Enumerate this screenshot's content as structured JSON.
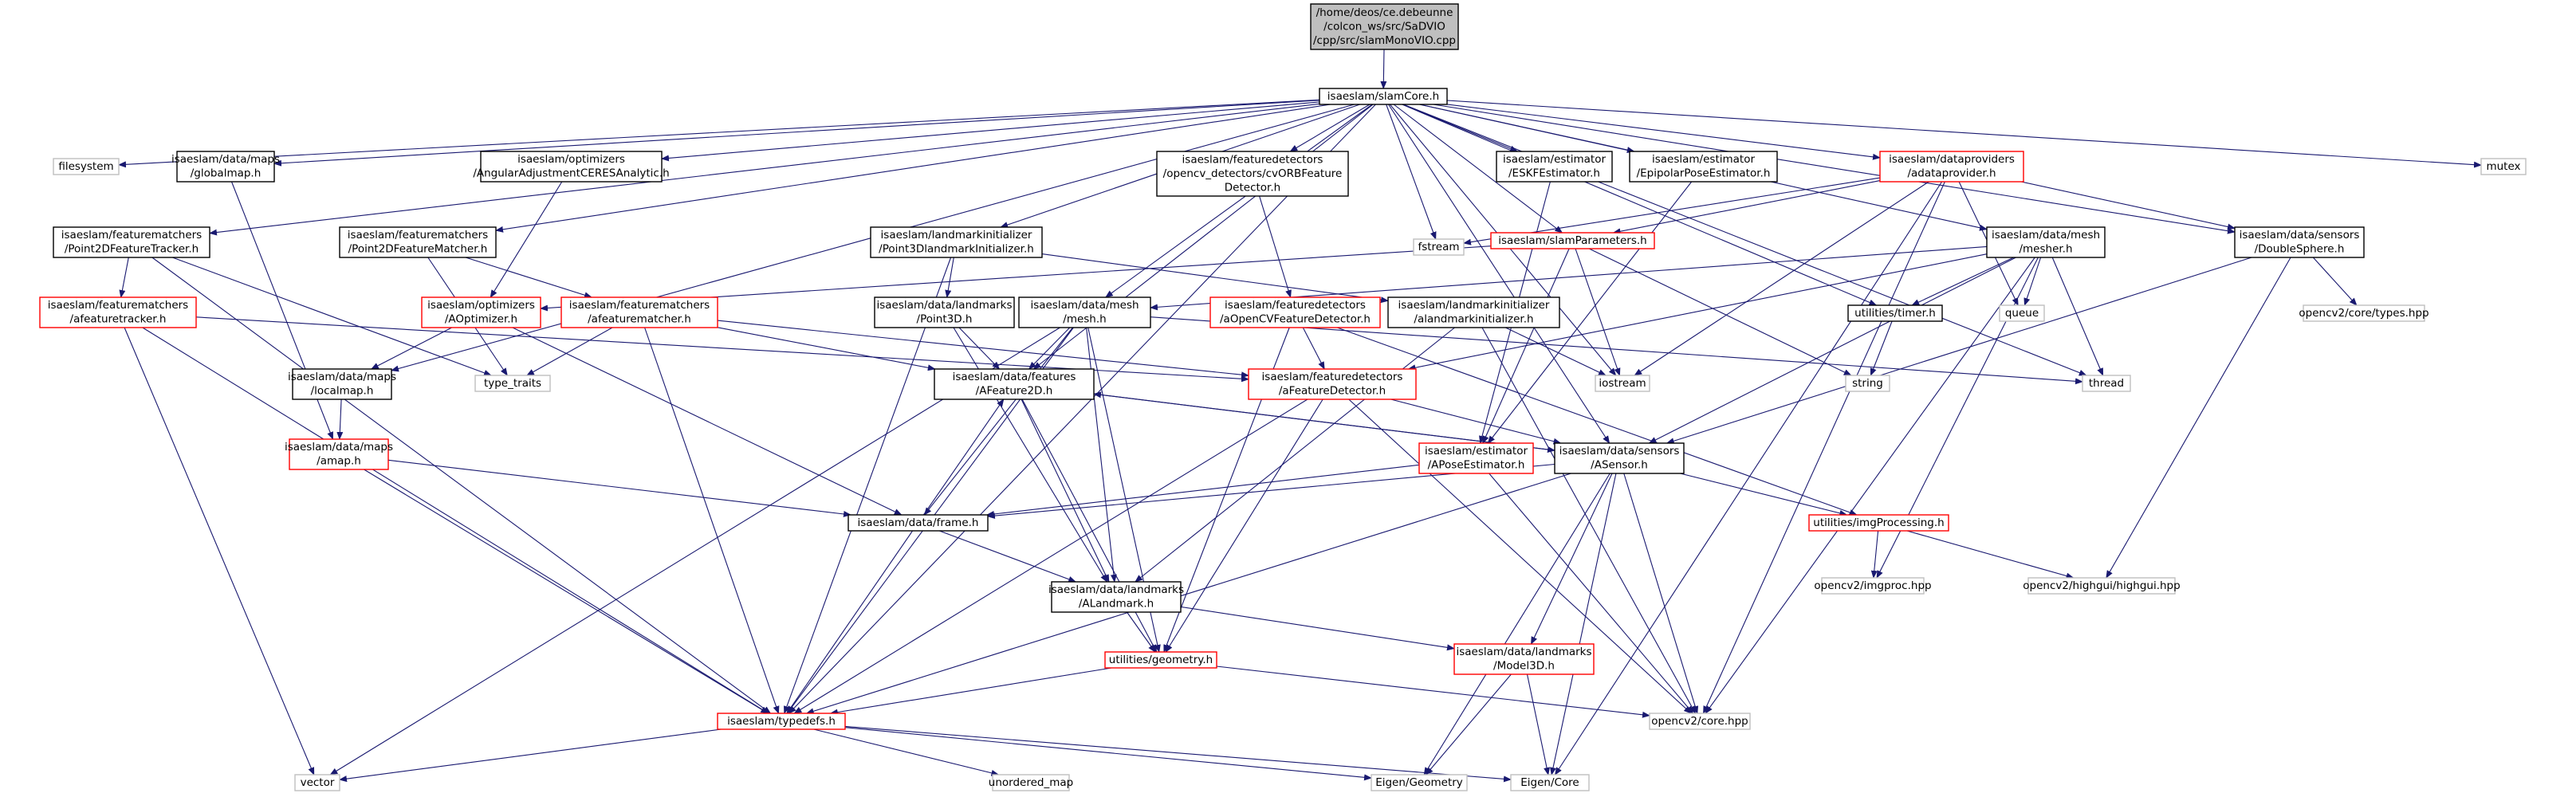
{
  "style": {
    "edge_color": "#191970",
    "node_border_default": "#000000",
    "node_border_red": "#ff0000",
    "node_border_gray": "#bfbfbf",
    "node_fill_root": "#bfbfbf",
    "node_fill": "#ffffff",
    "external_text_color": "#000000"
  },
  "nodes": [
    {
      "id": "root",
      "lines": [
        "/home/deos/ce.debeunne",
        "/colcon_ws/src/SaDVIO",
        "/cpp/src/slamMonoVIO.cpp"
      ],
      "kind": "root"
    },
    {
      "id": "slamCore",
      "lines": [
        "isaeslam/slamCore.h"
      ],
      "kind": "normal"
    },
    {
      "id": "filesystem",
      "lines": [
        "filesystem"
      ],
      "kind": "external"
    },
    {
      "id": "globalmap",
      "lines": [
        "isaeslam/data/maps",
        "/globalmap.h"
      ],
      "kind": "normal"
    },
    {
      "id": "ceres",
      "lines": [
        "isaeslam/optimizers",
        "/AngularAdjustmentCERESAnalytic.h"
      ],
      "kind": "normal"
    },
    {
      "id": "cvorb",
      "lines": [
        "isaeslam/featuredetectors",
        "/opencv_detectors/cvORBFeature",
        "Detector.h"
      ],
      "kind": "normal"
    },
    {
      "id": "eskf",
      "lines": [
        "isaeslam/estimator",
        "/ESKFEstimator.h"
      ],
      "kind": "normal"
    },
    {
      "id": "epipolar",
      "lines": [
        "isaeslam/estimator",
        "/EpipolarPoseEstimator.h"
      ],
      "kind": "normal"
    },
    {
      "id": "adataprovider",
      "lines": [
        "isaeslam/dataproviders",
        "/adataprovider.h"
      ],
      "kind": "red"
    },
    {
      "id": "mutex",
      "lines": [
        "mutex"
      ],
      "kind": "external"
    },
    {
      "id": "p2dtracker",
      "lines": [
        "isaeslam/featurematchers",
        "/Point2DFeatureTracker.h"
      ],
      "kind": "normal"
    },
    {
      "id": "p2dmatcher",
      "lines": [
        "isaeslam/featurematchers",
        "/Point2DFeatureMatcher.h"
      ],
      "kind": "normal"
    },
    {
      "id": "p3dinit",
      "lines": [
        "isaeslam/landmarkinitializer",
        "/Point3DlandmarkInitializer.h"
      ],
      "kind": "normal"
    },
    {
      "id": "fstream",
      "lines": [
        "fstream"
      ],
      "kind": "external"
    },
    {
      "id": "slamParams",
      "lines": [
        "isaeslam/slamParameters.h"
      ],
      "kind": "red"
    },
    {
      "id": "mesher",
      "lines": [
        "isaeslam/data/mesh",
        "/mesher.h"
      ],
      "kind": "normal"
    },
    {
      "id": "doublesphere",
      "lines": [
        "isaeslam/data/sensors",
        "/DoubleSphere.h"
      ],
      "kind": "normal"
    },
    {
      "id": "afeattracker",
      "lines": [
        "isaeslam/featurematchers",
        "/afeaturetracker.h"
      ],
      "kind": "red"
    },
    {
      "id": "aoptimizer",
      "lines": [
        "isaeslam/optimizers",
        "/AOptimizer.h"
      ],
      "kind": "red"
    },
    {
      "id": "afeatmatcher",
      "lines": [
        "isaeslam/featurematchers",
        "/afeaturematcher.h"
      ],
      "kind": "red"
    },
    {
      "id": "point3d",
      "lines": [
        "isaeslam/data/landmarks",
        "/Point3D.h"
      ],
      "kind": "normal"
    },
    {
      "id": "mesh",
      "lines": [
        "isaeslam/data/mesh",
        "/mesh.h"
      ],
      "kind": "normal"
    },
    {
      "id": "aopencvdet",
      "lines": [
        "isaeslam/featuredetectors",
        "/aOpenCVFeatureDetector.h"
      ],
      "kind": "red"
    },
    {
      "id": "alminit",
      "lines": [
        "isaeslam/landmarkinitializer",
        "/alandmarkinitializer.h"
      ],
      "kind": "normal"
    },
    {
      "id": "timer",
      "lines": [
        "utilities/timer.h"
      ],
      "kind": "normal"
    },
    {
      "id": "queue",
      "lines": [
        "queue"
      ],
      "kind": "external"
    },
    {
      "id": "cvtypes",
      "lines": [
        "opencv2/core/types.hpp"
      ],
      "kind": "external"
    },
    {
      "id": "typetraits",
      "lines": [
        "type_traits"
      ],
      "kind": "external"
    },
    {
      "id": "localmap",
      "lines": [
        "isaeslam/data/maps",
        "/localmap.h"
      ],
      "kind": "normal"
    },
    {
      "id": "afeature2d",
      "lines": [
        "isaeslam/data/features",
        "/AFeature2D.h"
      ],
      "kind": "normal"
    },
    {
      "id": "afeatdet",
      "lines": [
        "isaeslam/featuredetectors",
        "/aFeatureDetector.h"
      ],
      "kind": "red"
    },
    {
      "id": "iostream",
      "lines": [
        "iostream"
      ],
      "kind": "external"
    },
    {
      "id": "string",
      "lines": [
        "string"
      ],
      "kind": "external"
    },
    {
      "id": "thread",
      "lines": [
        "thread"
      ],
      "kind": "external"
    },
    {
      "id": "amap",
      "lines": [
        "isaeslam/data/maps",
        "/amap.h"
      ],
      "kind": "red"
    },
    {
      "id": "aposeest",
      "lines": [
        "isaeslam/estimator",
        "/APoseEstimator.h"
      ],
      "kind": "red"
    },
    {
      "id": "asensor",
      "lines": [
        "isaeslam/data/sensors",
        "/ASensor.h"
      ],
      "kind": "normal"
    },
    {
      "id": "frame",
      "lines": [
        "isaeslam/data/frame.h"
      ],
      "kind": "normal"
    },
    {
      "id": "imgproc",
      "lines": [
        "utilities/imgProcessing.h"
      ],
      "kind": "red"
    },
    {
      "id": "alandmark",
      "lines": [
        "isaeslam/data/landmarks",
        "/ALandmark.h"
      ],
      "kind": "normal"
    },
    {
      "id": "cvimgproc",
      "lines": [
        "opencv2/imgproc.hpp"
      ],
      "kind": "external"
    },
    {
      "id": "highgui",
      "lines": [
        "opencv2/highgui/highgui.hpp"
      ],
      "kind": "external"
    },
    {
      "id": "geometry",
      "lines": [
        "utilities/geometry.h"
      ],
      "kind": "red"
    },
    {
      "id": "model3d",
      "lines": [
        "isaeslam/data/landmarks",
        "/Model3D.h"
      ],
      "kind": "red"
    },
    {
      "id": "typedefs",
      "lines": [
        "isaeslam/typedefs.h"
      ],
      "kind": "red"
    },
    {
      "id": "cvcore",
      "lines": [
        "opencv2/core.hpp"
      ],
      "kind": "external"
    },
    {
      "id": "vector",
      "lines": [
        "vector"
      ],
      "kind": "external"
    },
    {
      "id": "umap",
      "lines": [
        "unordered_map"
      ],
      "kind": "external"
    },
    {
      "id": "eigengeom",
      "lines": [
        "Eigen/Geometry"
      ],
      "kind": "external"
    },
    {
      "id": "eigencore",
      "lines": [
        "Eigen/Core"
      ],
      "kind": "external"
    }
  ],
  "edges": [
    [
      "root",
      "slamCore"
    ],
    [
      "slamCore",
      "filesystem"
    ],
    [
      "slamCore",
      "globalmap"
    ],
    [
      "slamCore",
      "ceres"
    ],
    [
      "slamCore",
      "cvorb"
    ],
    [
      "slamCore",
      "eskf"
    ],
    [
      "slamCore",
      "epipolar"
    ],
    [
      "slamCore",
      "adataprovider"
    ],
    [
      "slamCore",
      "mutex"
    ],
    [
      "slamCore",
      "p2dtracker"
    ],
    [
      "slamCore",
      "p2dmatcher"
    ],
    [
      "slamCore",
      "p3dinit"
    ],
    [
      "slamCore",
      "fstream"
    ],
    [
      "slamCore",
      "slamParams"
    ],
    [
      "slamCore",
      "mesher"
    ],
    [
      "slamCore",
      "doublesphere"
    ],
    [
      "slamCore",
      "mesh"
    ],
    [
      "slamCore",
      "timer"
    ],
    [
      "slamCore",
      "localmap"
    ],
    [
      "slamCore",
      "afeature2d"
    ],
    [
      "slamCore",
      "iostream"
    ],
    [
      "slamCore",
      "thread"
    ],
    [
      "slamCore",
      "asensor"
    ],
    [
      "slamCore",
      "typedefs"
    ],
    [
      "globalmap",
      "amap"
    ],
    [
      "ceres",
      "aoptimizer"
    ],
    [
      "cvorb",
      "aopencvdet"
    ],
    [
      "eskf",
      "aposeest"
    ],
    [
      "epipolar",
      "aposeest"
    ],
    [
      "adataprovider",
      "fstream"
    ],
    [
      "adataprovider",
      "slamParams"
    ],
    [
      "adataprovider",
      "doublesphere"
    ],
    [
      "adataprovider",
      "queue"
    ],
    [
      "adataprovider",
      "iostream"
    ],
    [
      "adataprovider",
      "cvcore"
    ],
    [
      "adataprovider",
      "eigencore"
    ],
    [
      "p2dtracker",
      "afeattracker"
    ],
    [
      "p2dtracker",
      "typetraits"
    ],
    [
      "p2dtracker",
      "typedefs"
    ],
    [
      "p2dmatcher",
      "afeatmatcher"
    ],
    [
      "p2dmatcher",
      "typetraits"
    ],
    [
      "p3dinit",
      "point3d"
    ],
    [
      "p3dinit",
      "alminit"
    ],
    [
      "p3dinit",
      "typedefs"
    ],
    [
      "slamParams",
      "aoptimizer"
    ],
    [
      "slamParams",
      "iostream"
    ],
    [
      "slamParams",
      "string"
    ],
    [
      "slamParams",
      "aposeest"
    ],
    [
      "mesher",
      "mesh"
    ],
    [
      "mesher",
      "timer"
    ],
    [
      "mesher",
      "queue"
    ],
    [
      "mesher",
      "thread"
    ],
    [
      "mesher",
      "asensor"
    ],
    [
      "mesher",
      "afeatdet"
    ],
    [
      "mesher",
      "cvcore"
    ],
    [
      "mesher",
      "cvimgproc"
    ],
    [
      "doublesphere",
      "cvtypes"
    ],
    [
      "doublesphere",
      "asensor"
    ],
    [
      "doublesphere",
      "highgui"
    ],
    [
      "afeattracker",
      "afeatdet"
    ],
    [
      "afeattracker",
      "typedefs"
    ],
    [
      "afeattracker",
      "vector"
    ],
    [
      "aoptimizer",
      "localmap"
    ],
    [
      "aoptimizer",
      "frame"
    ],
    [
      "afeatmatcher",
      "typetraits"
    ],
    [
      "afeatmatcher",
      "afeature2d"
    ],
    [
      "afeatmatcher",
      "afeatdet"
    ],
    [
      "afeatmatcher",
      "typedefs"
    ],
    [
      "point3d",
      "afeature2d"
    ],
    [
      "point3d",
      "alandmark"
    ],
    [
      "mesh",
      "afeature2d"
    ],
    [
      "mesh",
      "frame"
    ],
    [
      "mesh",
      "alandmark"
    ],
    [
      "mesh",
      "typedefs"
    ],
    [
      "mesh",
      "geometry"
    ],
    [
      "mesh",
      "vector"
    ],
    [
      "mesh",
      "thread"
    ],
    [
      "aopencvdet",
      "afeatdet"
    ],
    [
      "aopencvdet",
      "imgproc"
    ],
    [
      "aopencvdet",
      "geometry"
    ],
    [
      "alminit",
      "iostream"
    ],
    [
      "alminit",
      "alandmark"
    ],
    [
      "alminit",
      "cvcore"
    ],
    [
      "timer",
      "string"
    ],
    [
      "localmap",
      "amap"
    ],
    [
      "afeature2d",
      "alandmark"
    ],
    [
      "afeature2d",
      "asensor"
    ],
    [
      "afeature2d",
      "geometry"
    ],
    [
      "afeatdet",
      "asensor"
    ],
    [
      "afeatdet",
      "cvcore"
    ],
    [
      "afeatdet",
      "typedefs"
    ],
    [
      "afeatdet",
      "geometry"
    ],
    [
      "amap",
      "frame"
    ],
    [
      "amap",
      "typedefs"
    ],
    [
      "aposeest",
      "frame"
    ],
    [
      "aposeest",
      "cvcore"
    ],
    [
      "asensor",
      "afeature2d"
    ],
    [
      "asensor",
      "frame"
    ],
    [
      "asensor",
      "imgproc"
    ],
    [
      "asensor",
      "model3d"
    ],
    [
      "asensor",
      "cvcore"
    ],
    [
      "asensor",
      "eigengeom"
    ],
    [
      "asensor",
      "typedefs"
    ],
    [
      "asensor",
      "eigencore"
    ],
    [
      "frame",
      "afeature2d"
    ],
    [
      "frame",
      "alandmark"
    ],
    [
      "frame",
      "typedefs"
    ],
    [
      "imgproc",
      "cvimgproc"
    ],
    [
      "imgproc",
      "highgui"
    ],
    [
      "alandmark",
      "geometry"
    ],
    [
      "alandmark",
      "model3d"
    ],
    [
      "geometry",
      "typedefs"
    ],
    [
      "geometry",
      "cvcore"
    ],
    [
      "model3d",
      "eigengeom"
    ],
    [
      "model3d",
      "eigencore"
    ],
    [
      "typedefs",
      "vector"
    ],
    [
      "typedefs",
      "umap"
    ],
    [
      "typedefs",
      "eigengeom"
    ],
    [
      "typedefs",
      "eigencore"
    ]
  ]
}
